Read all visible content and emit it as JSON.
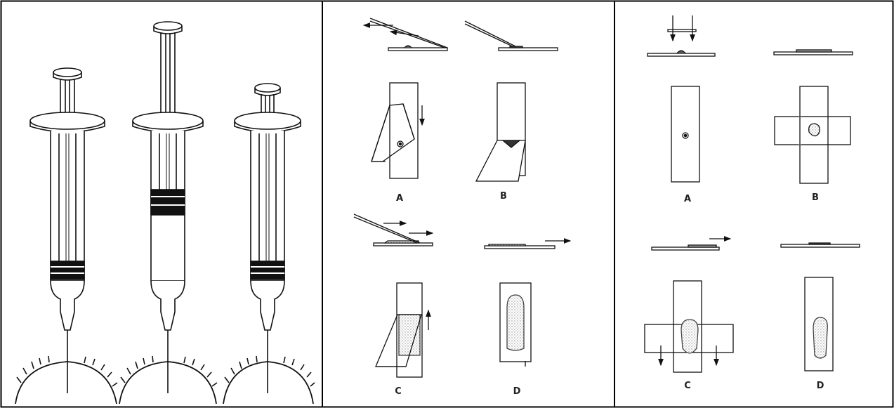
{
  "panel_syringes": {
    "syringe_count": 3,
    "plunger_levels": [
      0.28,
      0.62,
      0.22
    ]
  },
  "panel_spread_technique": {
    "labels": {
      "a": "A",
      "b": "B",
      "c": "C",
      "d": "D"
    }
  },
  "panel_squash_technique": {
    "labels": {
      "a": "A",
      "b": "B",
      "c": "C",
      "d": "D"
    }
  },
  "colors": {
    "line": "#111111",
    "stipple": "#9a9a9a",
    "border": "#000000"
  }
}
